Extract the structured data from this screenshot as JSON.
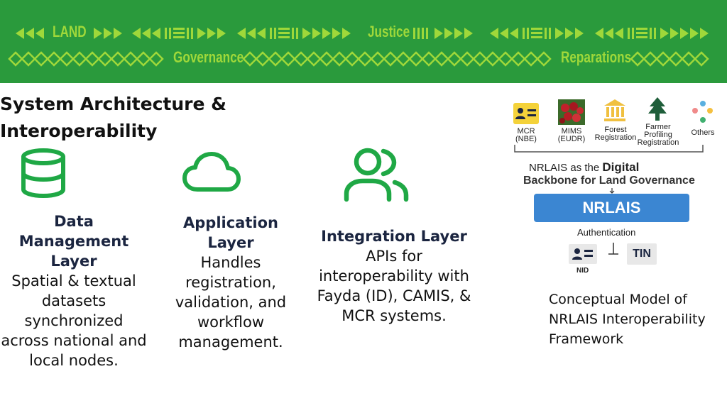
{
  "banner": {
    "words": {
      "land": "LAND",
      "justice": "Justice",
      "governance": "Governance",
      "reparations": "Reparations"
    },
    "colors": {
      "background": "#2a9a3c",
      "pattern": "#9fd83a"
    }
  },
  "title": {
    "line1": "System Architecture &",
    "line2": "Interoperability"
  },
  "layers": [
    {
      "icon": "database-icon",
      "heading_lines": [
        "Data",
        "Management",
        "Layer"
      ],
      "desc_lines": [
        "Spatial & textual",
        "datasets",
        "synchronized",
        "across national and",
        "local nodes."
      ]
    },
    {
      "icon": "cloud-icon",
      "heading_lines": [
        "Application",
        "Layer"
      ],
      "desc_lines": [
        "Handles",
        "registration,",
        "validation, and",
        "workflow",
        "management."
      ]
    },
    {
      "icon": "users-icon",
      "heading_lines": [
        "Integration Layer"
      ],
      "desc_lines": [
        "APIs for",
        "interoperability with",
        "Fayda (ID), CAMIS, &",
        "MCR systems."
      ]
    }
  ],
  "diagram": {
    "systems": [
      {
        "icon": "id-card-icon",
        "lines": [
          "MCR",
          "(NBE)"
        ]
      },
      {
        "icon": "coffee-beans-icon",
        "lines": [
          "MIMS",
          "(EUDR)"
        ]
      },
      {
        "icon": "building-icon",
        "lines": [
          "Forest",
          "Registration"
        ]
      },
      {
        "icon": "tree-icon",
        "lines": [
          "Farmer",
          "Profiling",
          "Registration"
        ]
      },
      {
        "icon": "dots-icon",
        "lines": [
          "Others"
        ]
      }
    ],
    "backbone_line1": "NRLAIS as the",
    "backbone_line1_bold": "Digital",
    "backbone_line2": "Backbone for Land Governance",
    "nrlais": "NRLAIS",
    "authentication": "Authentication",
    "nid": "NID",
    "tin": "TIN",
    "colors": {
      "nrlais_box": "#3b86d2",
      "icon_green": "#1fa845"
    }
  },
  "caption": {
    "lines": [
      "Conceptual Model of",
      "NRLAIS Interoperability",
      "Framework"
    ]
  }
}
